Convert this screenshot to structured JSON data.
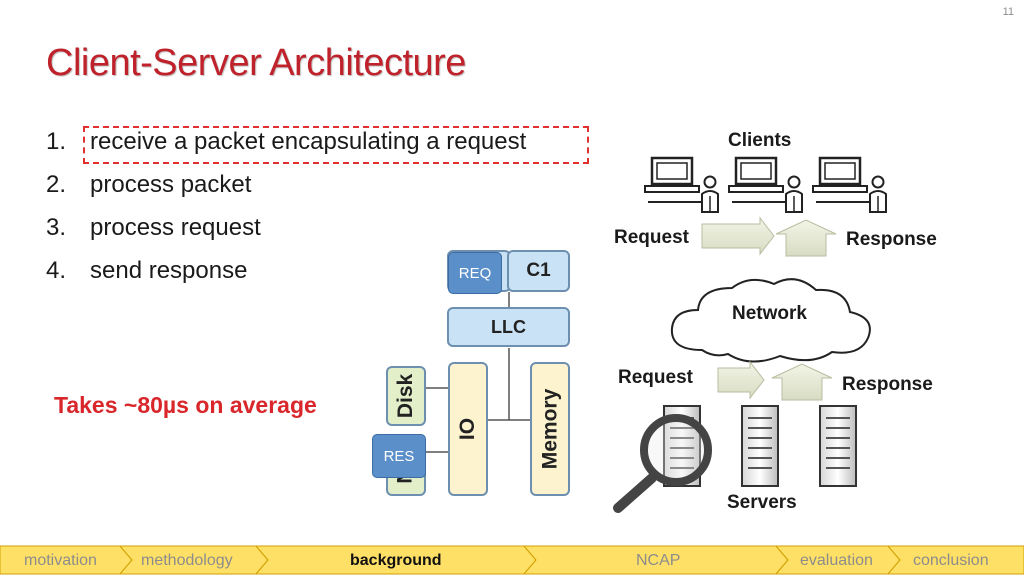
{
  "slide_number": "11",
  "title": "Client-Server Architecture",
  "steps": [
    {
      "num": "1.",
      "text": "receive a packet encapsulating a request"
    },
    {
      "num": "2.",
      "text": "process packet"
    },
    {
      "num": "3.",
      "text": "process request"
    },
    {
      "num": "4.",
      "text": "send response"
    }
  ],
  "takes_note": "Takes ~80µs on average",
  "hardware": {
    "req_tag": "REQ",
    "c1": "C1",
    "llc": "LLC",
    "disk": "Disk",
    "io": "IO",
    "memory": "Memory",
    "nic_partial": "N",
    "res_tag": "RES"
  },
  "network_diagram": {
    "clients_label": "Clients",
    "request_top": "Request",
    "response_top": "Response",
    "network_label": "Network",
    "request_bottom": "Request",
    "response_bottom": "Response",
    "servers_label": "Servers"
  },
  "nav": {
    "items": [
      "motivation",
      "methodology",
      "background",
      "NCAP",
      "evaluation",
      "conclusion"
    ],
    "active_index": 2
  },
  "colors": {
    "title": "#c0222b",
    "accent_red": "#d9262b",
    "nav_bar": "#ffe066",
    "tag_blue": "#5b8fc9"
  }
}
